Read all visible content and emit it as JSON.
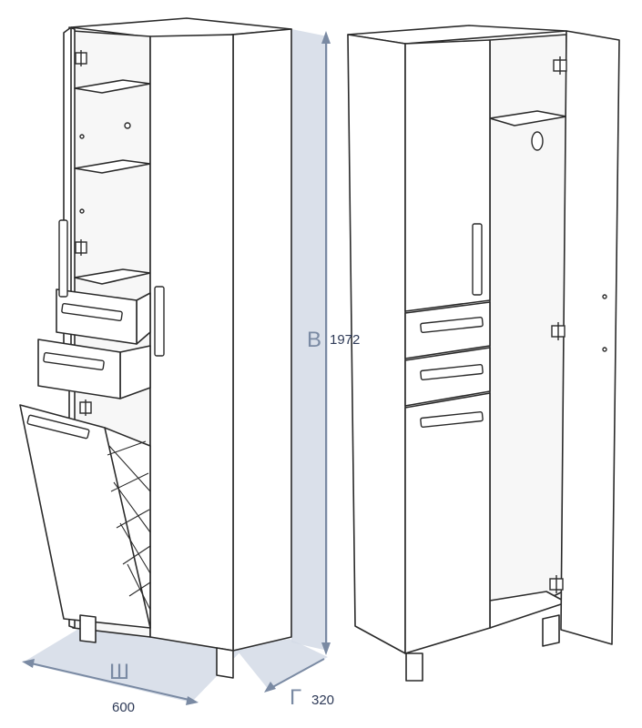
{
  "dimensions": {
    "height": {
      "letter": "В",
      "value": "1972"
    },
    "width": {
      "letter": "Ш",
      "value": "600"
    },
    "depth": {
      "letter": "Г",
      "value": "320"
    }
  },
  "colors": {
    "line": "#2a2a2a",
    "dimension_fill": "#d4dbe6",
    "dimension_stroke": "#7a8aa3",
    "dimension_text": "#2e3a57"
  }
}
